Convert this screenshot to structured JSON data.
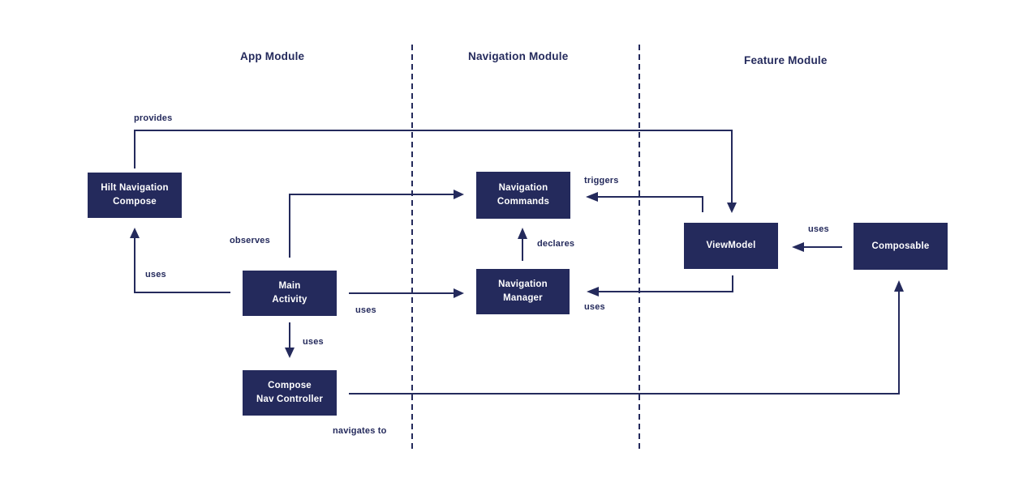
{
  "diagram": {
    "modules": {
      "app": "App Module",
      "navigation": "Navigation Module",
      "feature": "Feature Module"
    },
    "nodes": {
      "hilt_navigation_compose": {
        "line1": "Hilt Navigation",
        "line2": "Compose"
      },
      "main_activity": {
        "line1": "Main",
        "line2": "Activity"
      },
      "compose_nav_controller": {
        "line1": "Compose",
        "line2": "Nav Controller"
      },
      "navigation_commands": {
        "line1": "Navigation",
        "line2": "Commands"
      },
      "navigation_manager": {
        "line1": "Navigation",
        "line2": "Manager"
      },
      "view_model": {
        "line1": "ViewModel"
      },
      "composable": {
        "line1": "Composable"
      }
    },
    "edge_labels": {
      "provides": "provides",
      "observes": "observes",
      "uses_main_to_hilt": "uses",
      "uses_main_to_nav_manager": "uses",
      "uses_main_to_compose_nav": "uses",
      "navigates_to": "navigates to",
      "triggers": "triggers",
      "declares": "declares",
      "uses_view_model_to_nav_manager": "uses",
      "uses_composable_to_view_model": "uses"
    },
    "colors": {
      "navy": "#242a5c",
      "background": "#ffffff",
      "node_text": "#ffffff"
    }
  }
}
